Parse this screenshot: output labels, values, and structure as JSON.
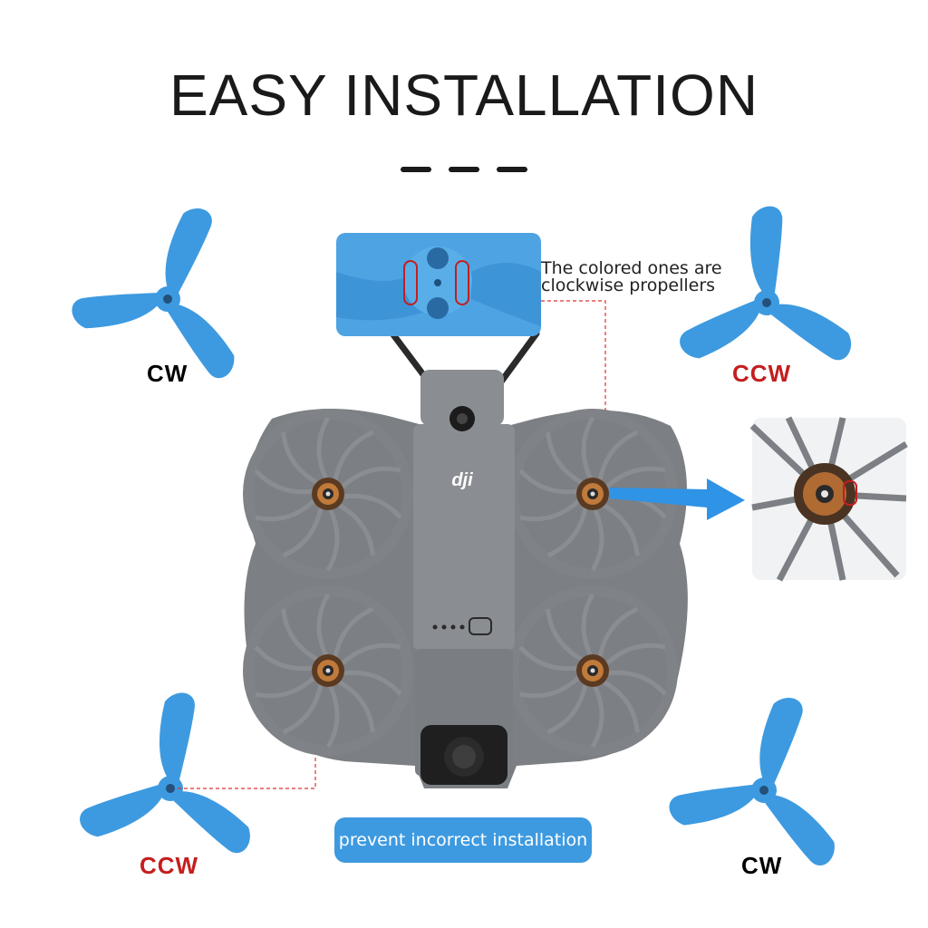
{
  "header": {
    "title": "EASY INSTALLATION"
  },
  "propellers": [
    {
      "label": "CW",
      "label_color": "#1a1a1a"
    },
    {
      "label": "CCW",
      "label_color": "#c41e1e"
    },
    {
      "label": "CCW",
      "label_color": "#c41e1e"
    },
    {
      "label": "CW",
      "label_color": "#1a1a1a"
    }
  ],
  "callout": {
    "line1": "The colored ones are",
    "line2": "clockwise propellers"
  },
  "button": {
    "label": "prevent incorrect installation"
  },
  "colors": {
    "propeller_blue": "#3d9ae0",
    "drone_gray": "#7c7f83",
    "arrow_blue": "#2f93e6",
    "mark_red": "#c41e1e"
  }
}
